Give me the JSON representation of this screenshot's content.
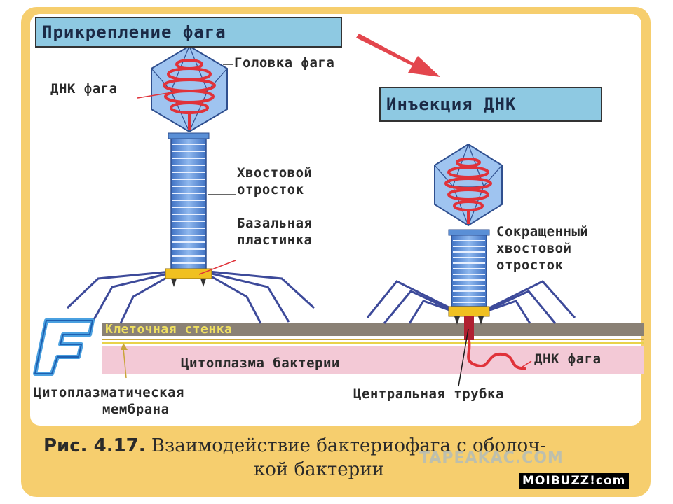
{
  "titles": {
    "attachment": "Прикрепление фага",
    "injection": "Инъекция ДНК"
  },
  "labels": {
    "head": "Головка фага",
    "dna_left": "ДНК фага",
    "tail_line1": "Хвостовой",
    "tail_line2": "отросток",
    "base_line1": "Базальная",
    "base_line2": "пластинка",
    "contracted_line1": "Сокращенный",
    "contracted_line2": "хвостовой",
    "contracted_line3": "отросток",
    "cell_wall": "Клеточная стенка",
    "cytoplasm": "Цитоплазма бактерии",
    "dna_right": "ДНК фага",
    "membrane_line1": "Цитоплазматическая",
    "membrane_line2": "мембрана",
    "central_tube": "Центральная трубка"
  },
  "caption": {
    "number": "Рис. 4.17.",
    "text_line1": "Взаимодействие бактериофага с оболоч-",
    "text_line2": "кой бактерии"
  },
  "watermarks": {
    "overlay": "TAPEAKAC.COM",
    "site": "MOIBUZZ!com"
  },
  "logo": "F",
  "colors": {
    "frame": "#f6ce6e",
    "title_box": "#8ec9e2",
    "phage_blue": "#5a8fd6",
    "dna_red": "#e0323a",
    "cell_wall": "#8a8175",
    "cytoplasm": "#f3c9d6",
    "membrane": "#e8d24a",
    "base_plate": "#f0c020"
  }
}
